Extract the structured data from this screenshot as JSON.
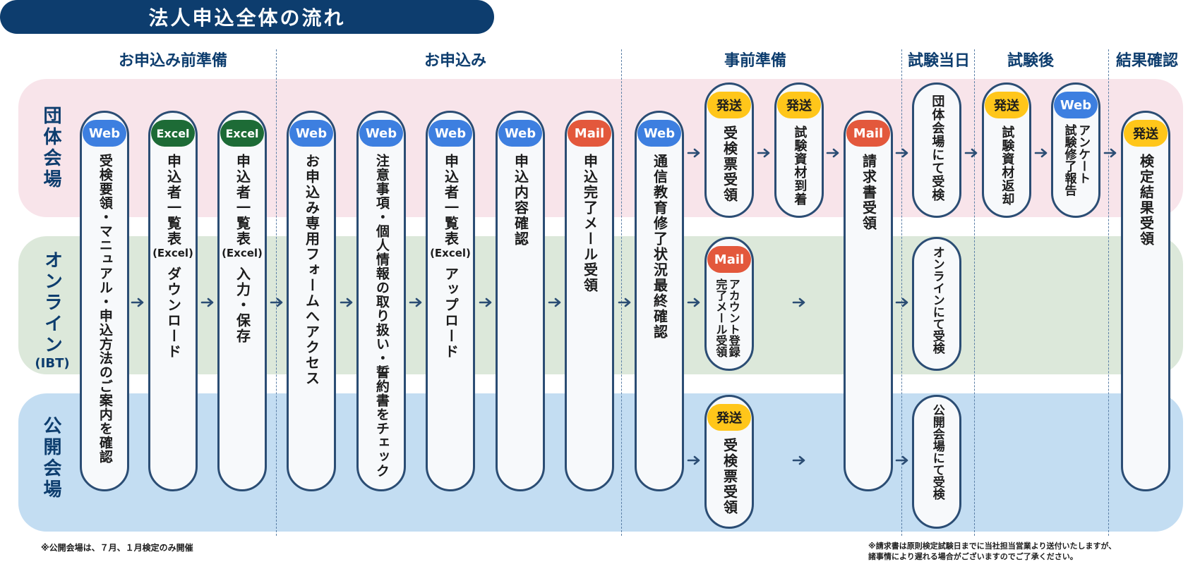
{
  "title": "法人申込全体の流れ",
  "phases": [
    "お申込み前準備",
    "お申込み",
    "事前準備",
    "試験当日",
    "試験後",
    "結果確認"
  ],
  "lanes": {
    "group": "団体会場",
    "online": "オンライン",
    "online_sub": "(IBT)",
    "public": "公開会場"
  },
  "badges": {
    "web": "Web",
    "excel": "Excel",
    "mail": "Mail",
    "hassou": "発送"
  },
  "colors": {
    "navy": "#0d3d6e",
    "lane_group": "#f8e4ea",
    "lane_online": "#dce8da",
    "lane_public": "#c3ddf2",
    "web": "#3d7fe0",
    "excel": "#1d6b36",
    "mail": "#e3583c",
    "hassou": "#ffc61a"
  },
  "steps": {
    "s1": "受検要領・マニュアル・申込方法のご案内を確認",
    "s2a": "申込者一覧表",
    "s2b": "(Excel)",
    "s2c": "ダウンロード",
    "s3a": "申込者一覧表",
    "s3b": "(Excel)",
    "s3c": "入力・保存",
    "s4": "お申込み専用フォームへアクセス",
    "s5": "注意事項・個人情報の取り扱い・誓約書をチェック",
    "s6a": "申込者一覧表",
    "s6b": "(Excel)",
    "s6c": "アップロード",
    "s7": "申込内容確認",
    "s8": "申込完了メール受領",
    "s9": "通信教育修了状況最終確認",
    "g1": "受検票受領",
    "g2": "試験資材到着",
    "invoice": "請求書受領",
    "g3": "団体会場にて受検",
    "g4": "試験資材返却",
    "g5a": "アンケート",
    "g5b": "試験修了報告",
    "result": "検定結果受領",
    "o1a": "アカウント登録",
    "o1b": "完了メール受領",
    "o2": "オンラインにて受検",
    "p1": "受検票受領",
    "p2": "公開会場にて受検"
  },
  "notes": {
    "left": "※公開会場は、７月、１月検定のみ開催",
    "right1": "※請求書は原則検定試験日までに当社担当営業より送付いたしますが、",
    "right2": "諸事情により遅れる場合がございますのでご了承ください。"
  }
}
